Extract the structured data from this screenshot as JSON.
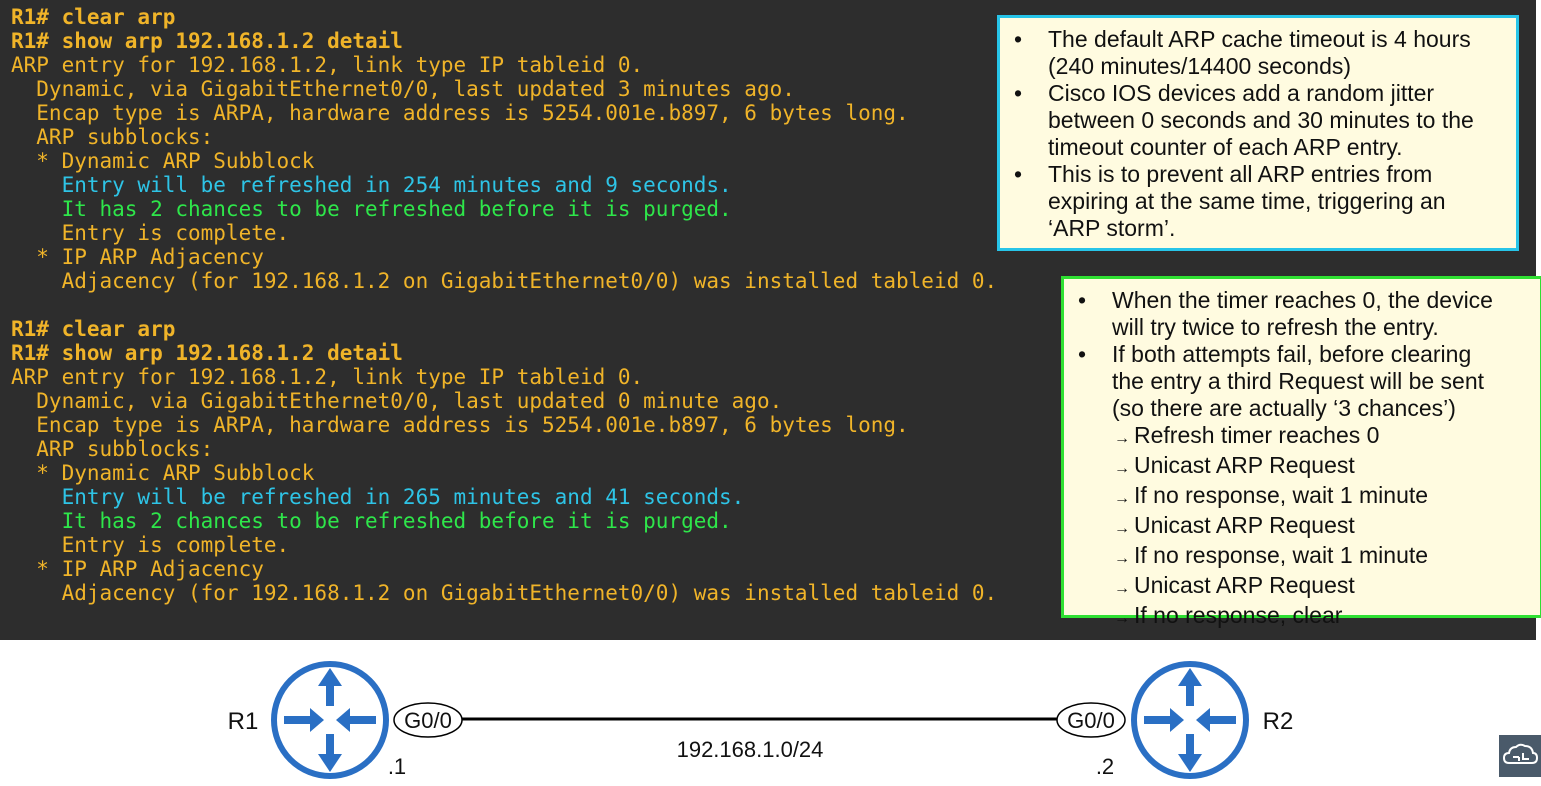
{
  "terminal": {
    "lines": [
      {
        "text": "R1# clear arp",
        "style": "cmd"
      },
      {
        "text": "R1# show arp 192.168.1.2 detail",
        "style": "cmd"
      },
      {
        "text": "ARP entry for 192.168.1.2, link type IP tableid 0.",
        "style": "normal"
      },
      {
        "text": "  Dynamic, via GigabitEthernet0/0, last updated 3 minutes ago.",
        "style": "normal"
      },
      {
        "text": "  Encap type is ARPA, hardware address is 5254.001e.b897, 6 bytes long.",
        "style": "normal"
      },
      {
        "text": "  ARP subblocks:",
        "style": "normal"
      },
      {
        "text": "  * Dynamic ARP Subblock",
        "style": "normal"
      },
      {
        "text": "    Entry will be refreshed in 254 minutes and 9 seconds.",
        "style": "cyan"
      },
      {
        "text": "    It has 2 chances to be refreshed before it is purged.",
        "style": "green"
      },
      {
        "text": "    Entry is complete.",
        "style": "normal"
      },
      {
        "text": "  * IP ARP Adjacency",
        "style": "normal"
      },
      {
        "text": "    Adjacency (for 192.168.1.2 on GigabitEthernet0/0) was installed tableid 0.",
        "style": "normal"
      },
      {
        "text": "",
        "style": "normal"
      },
      {
        "text": "R1# clear arp",
        "style": "cmd"
      },
      {
        "text": "R1# show arp 192.168.1.2 detail",
        "style": "cmd"
      },
      {
        "text": "ARP entry for 192.168.1.2, link type IP tableid 0.",
        "style": "normal"
      },
      {
        "text": "  Dynamic, via GigabitEthernet0/0, last updated 0 minute ago.",
        "style": "normal"
      },
      {
        "text": "  Encap type is ARPA, hardware address is 5254.001e.b897, 6 bytes long.",
        "style": "normal"
      },
      {
        "text": "  ARP subblocks:",
        "style": "normal"
      },
      {
        "text": "  * Dynamic ARP Subblock",
        "style": "normal"
      },
      {
        "text": "    Entry will be refreshed in 265 minutes and 41 seconds.",
        "style": "cyan"
      },
      {
        "text": "    It has 2 chances to be refreshed before it is purged.",
        "style": "green"
      },
      {
        "text": "    Entry is complete.",
        "style": "normal"
      },
      {
        "text": "  * IP ARP Adjacency",
        "style": "normal"
      },
      {
        "text": "    Adjacency (for 192.168.1.2 on GigabitEthernet0/0) was installed tableid 0.",
        "style": "normal"
      }
    ]
  },
  "note1": {
    "bullets": [
      [
        "The default ARP cache timeout is 4 hours",
        "(240 minutes/14400 seconds)"
      ],
      [
        "Cisco IOS devices add a random jitter",
        "between 0 seconds and 30 minutes to the",
        "timeout counter of each ARP entry."
      ],
      [
        "This is to prevent all ARP entries from",
        "expiring at the same time, triggering an",
        "‘ARP storm’."
      ]
    ]
  },
  "note2": {
    "bullets": [
      [
        "When the timer reaches 0, the device",
        "will try twice to refresh the entry."
      ],
      [
        "If both attempts fail, before clearing",
        "the entry a third Request will be sent",
        "(so there are actually ‘3 chances’)"
      ]
    ],
    "arrow_glyph": "→",
    "steps": [
      "Refresh timer reaches 0",
      "Unicast ARP Request",
      "If no response, wait 1 minute",
      "Unicast ARP Request",
      "If no response, wait 1 minute",
      "Unicast ARP Request",
      "If no response, clear"
    ]
  },
  "diagram": {
    "r1": {
      "name": "R1",
      "interface": "G0/0",
      "host": ".1"
    },
    "r2": {
      "name": "R2",
      "interface": "G0/0",
      "host": ".2"
    },
    "network": "192.168.1.0/24"
  },
  "colors": {
    "terminal_bg": "#2d2d2d",
    "terminal_text": "#f0b429",
    "terminal_cyan": "#2ec4e6",
    "terminal_green": "#2ee64a",
    "note1_border": "#27c4e8",
    "note2_border": "#2fe032",
    "note_bg": "#fffbe0",
    "router": "#2a6fc4"
  },
  "icons": {
    "router": "router-icon",
    "logo": "cloud-logo-icon",
    "bullet": "bullet-icon"
  }
}
